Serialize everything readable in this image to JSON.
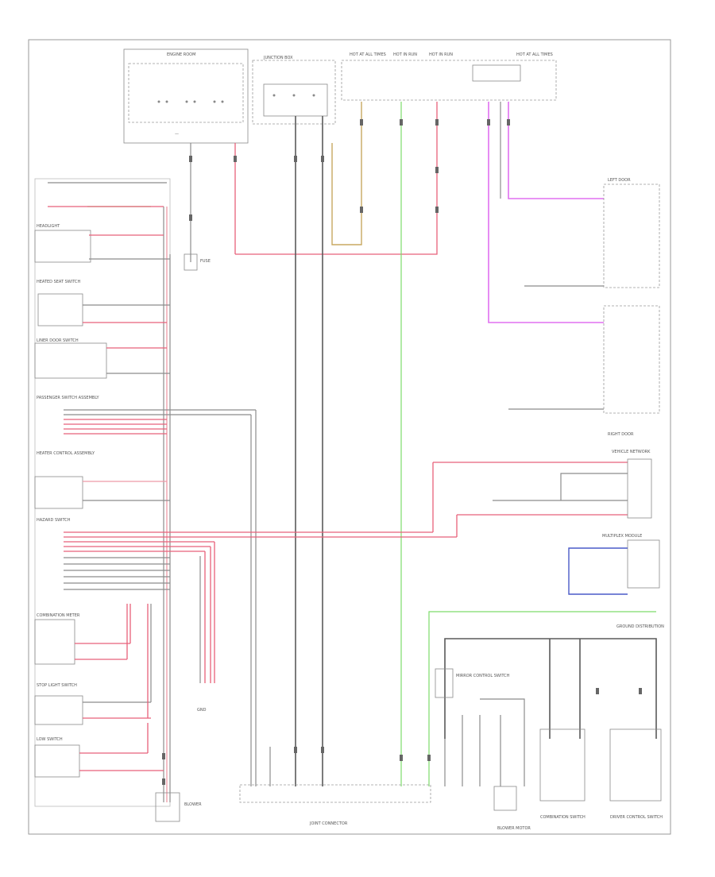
{
  "diagram": {
    "top_components": [
      {
        "id": "engine_room_box",
        "label": "ENGINE ROOM"
      },
      {
        "id": "junction_box",
        "label": "JUNCTION BOX"
      },
      {
        "id": "hot_fuse_1",
        "label": "HOT AT ALL TIMES"
      },
      {
        "id": "hot_fuse_2",
        "label": "HOT IN RUN"
      },
      {
        "id": "hot_fuse_3",
        "label": "HOT IN RUN"
      },
      {
        "id": "hot_fuse_4",
        "label": "HOT AT ALL TIMES"
      }
    ],
    "left_components": [
      {
        "id": "headlight",
        "label": "HEADLIGHT"
      },
      {
        "id": "heated_seat_switch",
        "label": "HEATED SEAT SWITCH"
      },
      {
        "id": "liner_door_switch",
        "label": "LINER DOOR SWITCH"
      },
      {
        "id": "passenger_switch_assembly",
        "label": "PASSENGER SWITCH ASSEMBLY"
      },
      {
        "id": "heater_control_assembly",
        "label": "HEATER CONTROL ASSEMBLY"
      },
      {
        "id": "hazard_switch",
        "label": "HAZARD SWITCH"
      },
      {
        "id": "combination_meter",
        "label": "COMBINATION METER"
      },
      {
        "id": "stop_light_switch",
        "label": "STOP LIGHT SWITCH"
      },
      {
        "id": "low_switch",
        "label": "LOW SWITCH"
      }
    ],
    "right_components": [
      {
        "id": "left_door",
        "label": "LEFT DOOR"
      },
      {
        "id": "right_door",
        "label": "RIGHT DOOR"
      },
      {
        "id": "vehicle_network",
        "label": "VEHICLE NETWORK"
      },
      {
        "id": "multiplex_module",
        "label": "MULTIPLEX MODULE"
      },
      {
        "id": "ground_dist",
        "label": "GROUND DISTRIBUTION"
      }
    ],
    "bottom_components": [
      {
        "id": "mirror_control",
        "label": "MIRROR CONTROL SWITCH"
      },
      {
        "id": "junction_connector",
        "label": "JOINT CONNECTOR"
      },
      {
        "id": "blower_motor",
        "label": "BLOWER MOTOR"
      },
      {
        "id": "combination_switch",
        "label": "COMBINATION SWITCH"
      },
      {
        "id": "driver_control",
        "label": "DRIVER CONTROL SWITCH"
      }
    ],
    "wire_colors": {
      "gray": "#8c8c8c",
      "dark": "#5a5a5a",
      "red": "#e8607a",
      "pink": "#ee9aa8",
      "magenta": "#e070f0",
      "green": "#7ddc6a",
      "olive": "#c8a860",
      "blue": "#4a5ac8"
    }
  }
}
